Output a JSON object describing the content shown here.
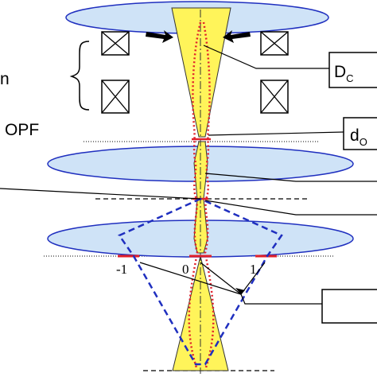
{
  "labels": {
    "left_partial": "n",
    "opf": "OPF",
    "box_dc_main": "D",
    "box_dc_sub": "C",
    "box_do_main": "d",
    "box_do_sub": "O",
    "order_minus1": "-1",
    "order_0": "0",
    "order_1": "1"
  },
  "colors": {
    "lens_fill": "#cfe3f7",
    "lens_stroke": "#1f2fbf",
    "cone_fill": "#fff45a",
    "cone_stroke": "#333333",
    "red_dotted": "#e0202a",
    "blue_dashed": "#1f2fbf",
    "arrow": "#000000"
  },
  "icons": {
    "coil": "crossed-square-icon",
    "arrow": "arrow-icon",
    "brace": "curly-brace-icon"
  }
}
